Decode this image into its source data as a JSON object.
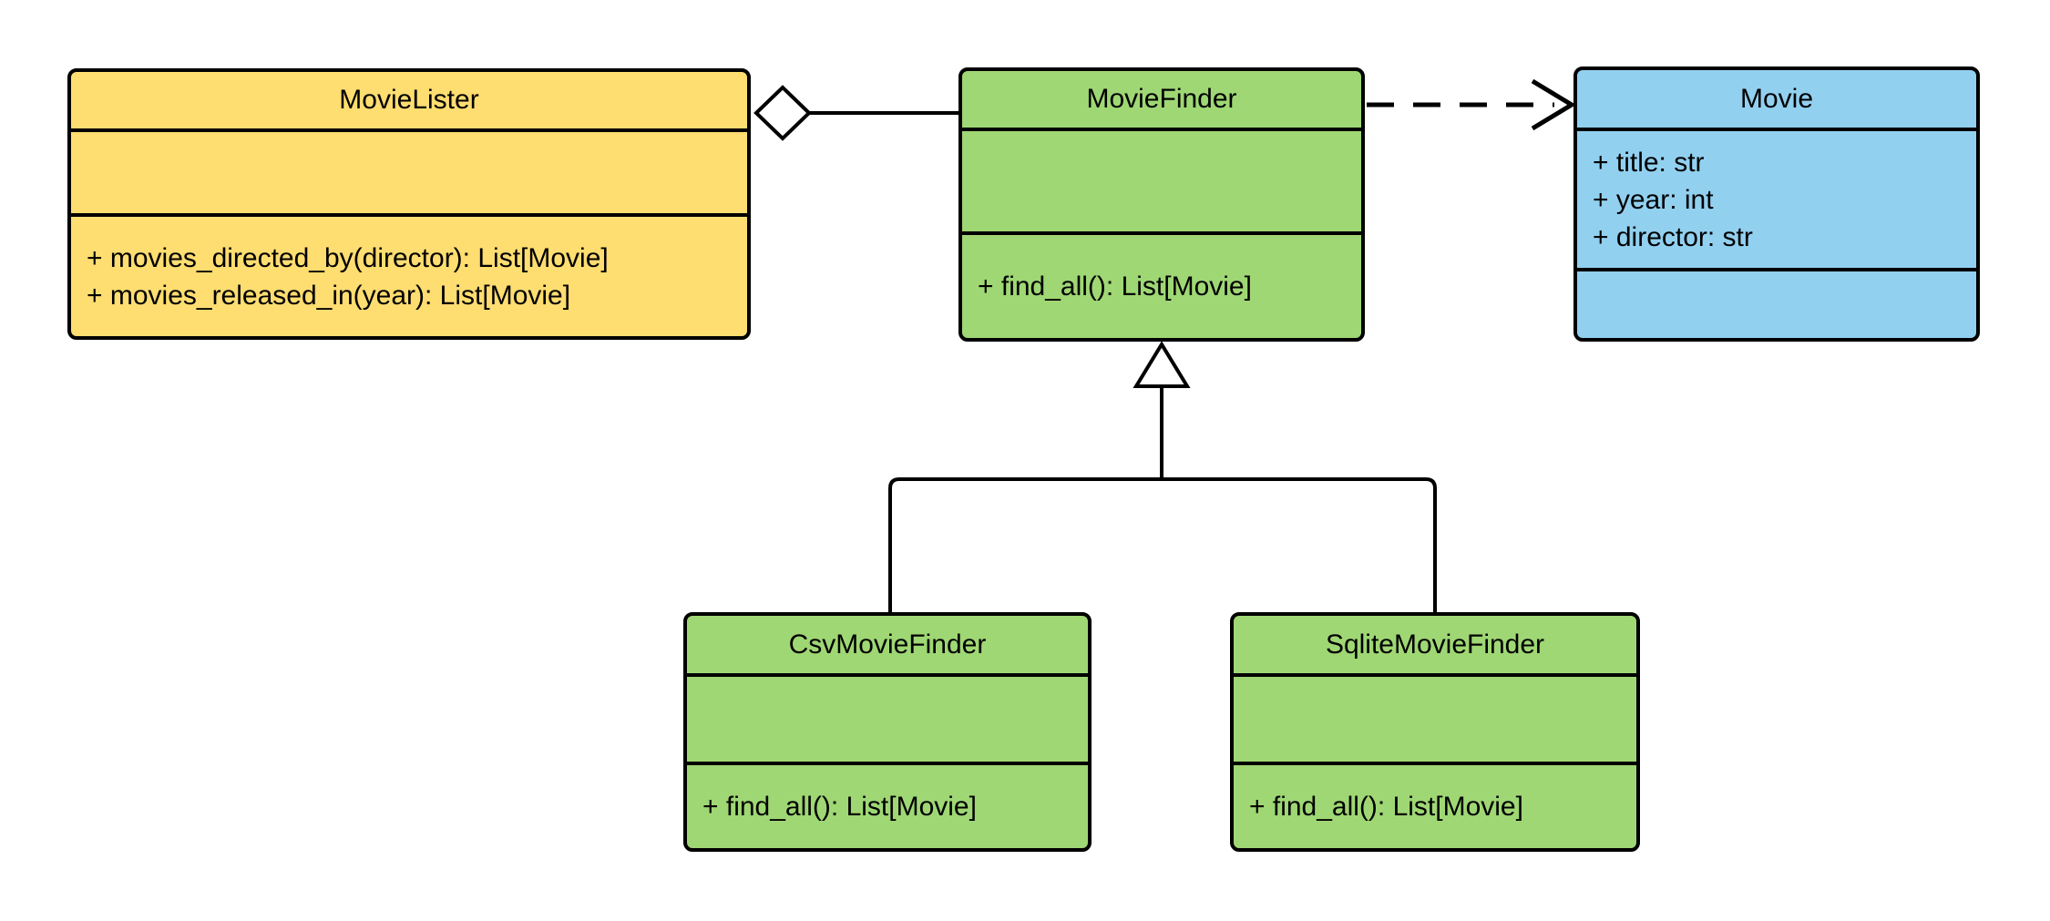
{
  "diagram": {
    "kind": "uml-class-diagram",
    "background": "#ffffff"
  },
  "colors": {
    "yellow": "#FEDD71",
    "green": "#9FD774",
    "blue": "#92D0F0",
    "line": "#000000",
    "shape_fill": "#FFFFFF"
  },
  "classes": [
    {
      "name": "MovieLister",
      "color": "yellow",
      "attributes": [],
      "methods": [
        "+ movies_directed_by(director): List[Movie]",
        "+ movies_released_in(year): List[Movie]"
      ]
    },
    {
      "name": "MovieFinder",
      "color": "green",
      "attributes": [],
      "methods": [
        "+ find_all(): List[Movie]"
      ]
    },
    {
      "name": "Movie",
      "color": "blue",
      "attributes": [
        "+ title: str",
        "+ year: int",
        "+ director: str"
      ],
      "methods": []
    },
    {
      "name": "CsvMovieFinder",
      "color": "green",
      "attributes": [],
      "methods": [
        "+ find_all(): List[Movie]"
      ]
    },
    {
      "name": "SqliteMovieFinder",
      "color": "green",
      "attributes": [],
      "methods": [
        "+ find_all(): List[Movie]"
      ]
    }
  ],
  "relationships": [
    {
      "type": "aggregation",
      "from": "MovieLister",
      "to": "MovieFinder"
    },
    {
      "type": "dependency",
      "from": "MovieFinder",
      "to": "Movie"
    },
    {
      "type": "generalization",
      "from": "CsvMovieFinder",
      "to": "MovieFinder"
    },
    {
      "type": "generalization",
      "from": "SqliteMovieFinder",
      "to": "MovieFinder"
    }
  ]
}
